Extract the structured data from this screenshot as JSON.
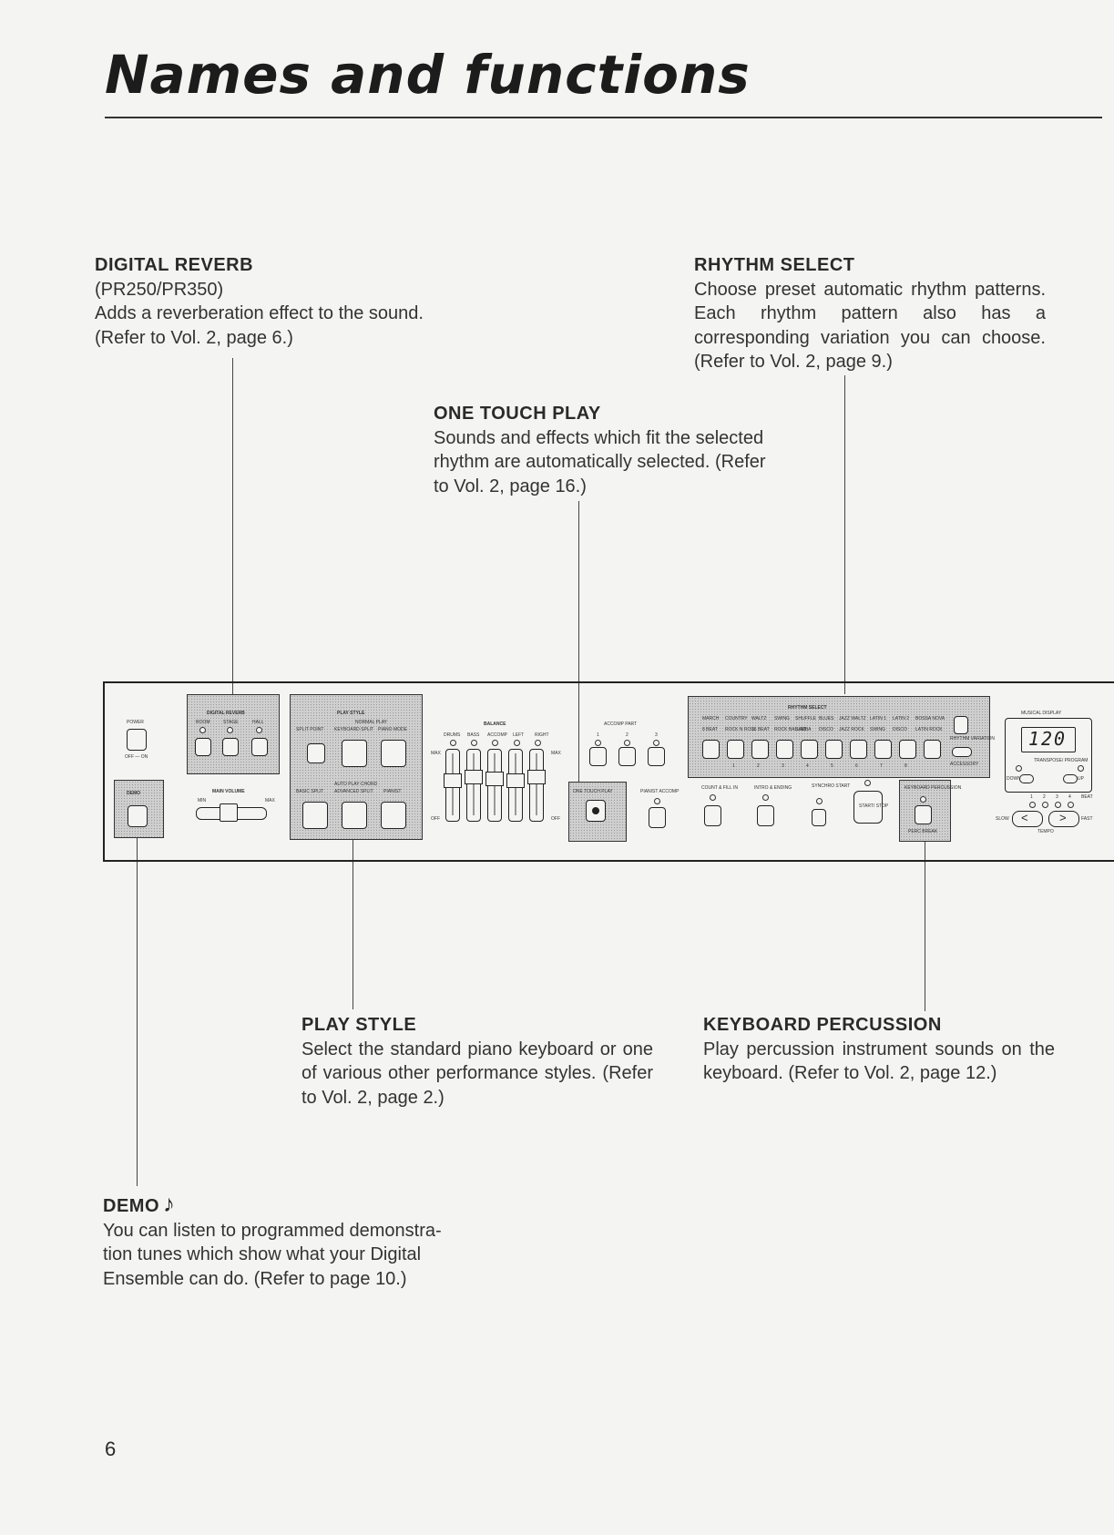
{
  "page": {
    "title": "Names and functions",
    "page_number": "6"
  },
  "callouts": {
    "digital_reverb": {
      "heading": "DIGITAL REVERB",
      "lines": [
        "(PR250/PR350)",
        "Adds a reverberation effect to the sound.",
        "(Refer to Vol. 2, page 6.)"
      ]
    },
    "rhythm_select": {
      "heading": "RHYTHM SELECT",
      "body": "Choose preset automatic rhythm patterns. Each rhythm pattern also has a corresponding variation you can choose. (Refer to Vol. 2, page 9.)"
    },
    "one_touch_play": {
      "heading": "ONE TOUCH PLAY",
      "lines": [
        "Sounds and effects which fit the selected",
        "rhythm are automatically selected. (Refer",
        "to Vol. 2, page 16.)"
      ]
    },
    "play_style": {
      "heading": "PLAY STYLE",
      "body": "Select the standard piano keyboard or one of various other performance styles. (Refer to Vol. 2, page 2.)"
    },
    "keyboard_percussion": {
      "heading": "KEYBOARD PERCUSSION",
      "body": "Play percussion instrument sounds on the keyboard. (Refer to Vol. 2, page 12.)"
    },
    "demo": {
      "heading": "DEMO",
      "icon": "music-note-icon",
      "lines": [
        "You can listen to programmed demonstra-",
        "tion tunes which show what your Digital",
        "Ensemble can do. (Refer to page 10.)"
      ]
    }
  },
  "panel": {
    "power_label": "POWER",
    "power_state": "OFF ― ON",
    "demo_label": "DEMO",
    "reverb": {
      "title": "DIGITAL REVERB",
      "options": [
        "ROOM",
        "STAGE",
        "HALL"
      ]
    },
    "main_volume": {
      "label": "MAIN VOLUME",
      "min": "MIN",
      "max": "MAX"
    },
    "play_style": {
      "title": "PLAY STYLE",
      "normal_play": "NORMAL PLAY",
      "row1": [
        "SPLIT POINT",
        "KEYBOARD SPLIT",
        "PIANO MODE"
      ],
      "auto_play_chord": "AUTO PLAY CHORD",
      "row2": [
        "BASIC SPLIT",
        "ADVANCED SPLIT",
        "PIANIST"
      ]
    },
    "balance": {
      "title": "BALANCE",
      "channels": [
        "DRUMS",
        "BASS",
        "ACCOMP",
        "LEFT",
        "RIGHT"
      ],
      "max": "MAX",
      "off": "OFF"
    },
    "accomp_part": {
      "title": "ACCOMP PART",
      "parts": [
        "1",
        "2",
        "3"
      ]
    },
    "one_touch_play": "ONE TOUCH PLAY",
    "pianist_accomp": "PIANIST ACCOMP",
    "rhythm_select": {
      "title": "RHYTHM SELECT",
      "row1": [
        "MARCH",
        "COUNTRY",
        "WALTZ",
        "SWING",
        "SHUFFLE",
        "BLUES",
        "JAZZ WALTZ",
        "LATIN 1",
        "LATIN 2",
        "BOSSA NOVA"
      ],
      "row2": [
        "8 BEAT",
        "ROCK N ROLL",
        "16 BEAT",
        "ROCK BALLAD",
        "SAMBA",
        "DISCO",
        "JAZZ ROCK",
        "SWING",
        "DISCO",
        "LATIN ROCK"
      ],
      "numbers": [
        "1",
        "2",
        "3",
        "4",
        "5",
        "6",
        "7",
        "8"
      ],
      "variation": "RHYTHM VARIATION",
      "accessory": "ACCESSORY"
    },
    "count_fill_in": "COUNT & FILL IN",
    "intro_ending": "INTRO & ENDING",
    "synchro_start": "SYNCHRO START",
    "start_stop": "START/ STOP",
    "keyboard_percussion": "KEYBOARD PERCUSSION",
    "perc_break": "PERC BREAK",
    "musical_display": {
      "title": "MUSICAL DISPLAY",
      "value": "120",
      "transpose": "TRANSPOSE/ PROGRAM",
      "down": "DOWN",
      "up": "UP"
    },
    "beat": {
      "label": "BEAT",
      "numbers": [
        "1",
        "2",
        "3",
        "4"
      ]
    },
    "tempo": {
      "label": "TEMPO",
      "slow": "SLOW",
      "fast": "FAST"
    }
  }
}
